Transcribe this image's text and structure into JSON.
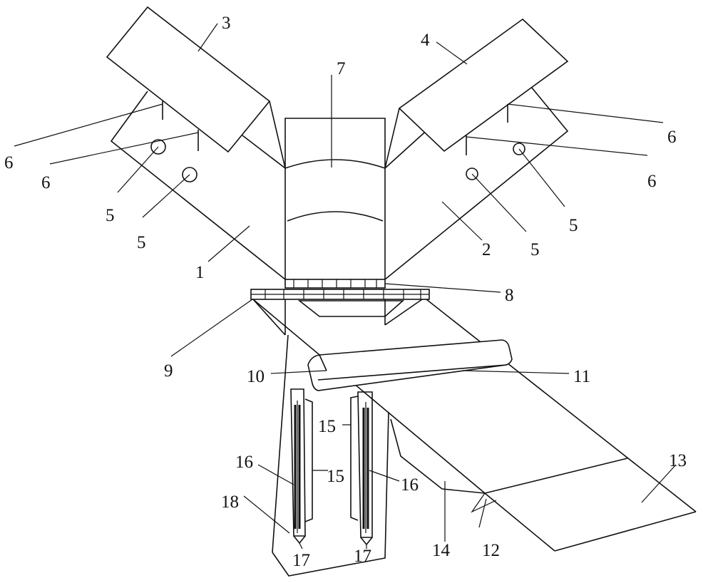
{
  "labels": {
    "l1": "1",
    "l2": "2",
    "l3": "3",
    "l4": "4",
    "l5a": "5",
    "l5b": "5",
    "l5c": "5",
    "l5d": "5",
    "l6a": "6",
    "l6b": "6",
    "l6c": "6",
    "l6d": "6",
    "l7": "7",
    "l8": "8",
    "l9": "9",
    "l10": "10",
    "l11": "11",
    "l12": "12",
    "l13": "13",
    "l14": "14",
    "l15a": "15",
    "l15b": "15",
    "l16a": "16",
    "l16b": "16",
    "l17a": "17",
    "l17b": "17",
    "l18": "18"
  }
}
